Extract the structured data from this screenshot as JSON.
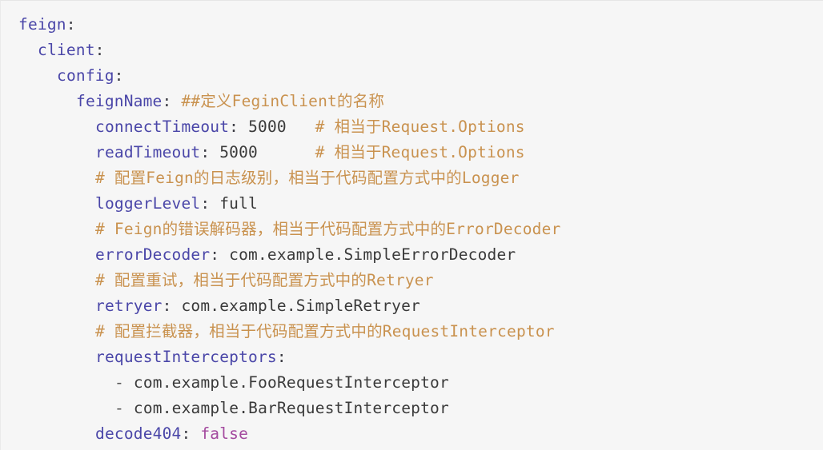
{
  "editor": {
    "language": "yaml",
    "background_color": "#f6f6f6",
    "colors": {
      "key": "#4a46a8",
      "value": "#3a3a3a",
      "comment": "#c9924f",
      "boolean": "#a3499e",
      "punctuation": "#3c3c44",
      "background": "#f6f6f6"
    }
  },
  "code": {
    "lines": [
      {
        "indent": 0,
        "tokens": [
          {
            "type": "key",
            "text": "feign"
          },
          {
            "type": "punct",
            "text": ":"
          }
        ]
      },
      {
        "indent": 1,
        "tokens": [
          {
            "type": "key",
            "text": "client"
          },
          {
            "type": "punct",
            "text": ":"
          }
        ]
      },
      {
        "indent": 2,
        "tokens": [
          {
            "type": "key",
            "text": "config"
          },
          {
            "type": "punct",
            "text": ":"
          }
        ]
      },
      {
        "indent": 3,
        "tokens": [
          {
            "type": "key",
            "text": "feignName"
          },
          {
            "type": "punct",
            "text": ": "
          },
          {
            "type": "comment",
            "text": "##定义FeginClient的名称"
          }
        ]
      },
      {
        "indent": 4,
        "tokens": [
          {
            "type": "key",
            "text": "connectTimeout"
          },
          {
            "type": "punct",
            "text": ": "
          },
          {
            "type": "value",
            "text": "5000"
          },
          {
            "type": "plain",
            "text": "   "
          },
          {
            "type": "comment",
            "text": "# 相当于Request.Options"
          }
        ]
      },
      {
        "indent": 4,
        "tokens": [
          {
            "type": "key",
            "text": "readTimeout"
          },
          {
            "type": "punct",
            "text": ": "
          },
          {
            "type": "value",
            "text": "5000"
          },
          {
            "type": "plain",
            "text": "      "
          },
          {
            "type": "comment",
            "text": "# 相当于Request.Options"
          }
        ]
      },
      {
        "indent": 4,
        "tokens": [
          {
            "type": "comment",
            "text": "# 配置Feign的日志级别，相当于代码配置方式中的Logger"
          }
        ]
      },
      {
        "indent": 4,
        "tokens": [
          {
            "type": "key",
            "text": "loggerLevel"
          },
          {
            "type": "punct",
            "text": ": "
          },
          {
            "type": "value",
            "text": "full"
          }
        ]
      },
      {
        "indent": 4,
        "tokens": [
          {
            "type": "comment",
            "text": "# Feign的错误解码器，相当于代码配置方式中的ErrorDecoder"
          }
        ]
      },
      {
        "indent": 4,
        "tokens": [
          {
            "type": "key",
            "text": "errorDecoder"
          },
          {
            "type": "punct",
            "text": ": "
          },
          {
            "type": "value",
            "text": "com.example.SimpleErrorDecoder"
          }
        ]
      },
      {
        "indent": 4,
        "tokens": [
          {
            "type": "comment",
            "text": "# 配置重试，相当于代码配置方式中的Retryer"
          }
        ]
      },
      {
        "indent": 4,
        "tokens": [
          {
            "type": "key",
            "text": "retryer"
          },
          {
            "type": "punct",
            "text": ": "
          },
          {
            "type": "value",
            "text": "com.example.SimpleRetryer"
          }
        ]
      },
      {
        "indent": 4,
        "tokens": [
          {
            "type": "comment",
            "text": "# 配置拦截器，相当于代码配置方式中的RequestInterceptor"
          }
        ]
      },
      {
        "indent": 4,
        "tokens": [
          {
            "type": "key",
            "text": "requestInterceptors"
          },
          {
            "type": "punct",
            "text": ":"
          }
        ]
      },
      {
        "indent": 5,
        "tokens": [
          {
            "type": "dash",
            "text": "- "
          },
          {
            "type": "value",
            "text": "com.example.FooRequestInterceptor"
          }
        ]
      },
      {
        "indent": 5,
        "tokens": [
          {
            "type": "dash",
            "text": "- "
          },
          {
            "type": "value",
            "text": "com.example.BarRequestInterceptor"
          }
        ]
      },
      {
        "indent": 4,
        "tokens": [
          {
            "type": "key",
            "text": "decode404"
          },
          {
            "type": "punct",
            "text": ": "
          },
          {
            "type": "bool",
            "text": "false"
          }
        ]
      }
    ]
  }
}
